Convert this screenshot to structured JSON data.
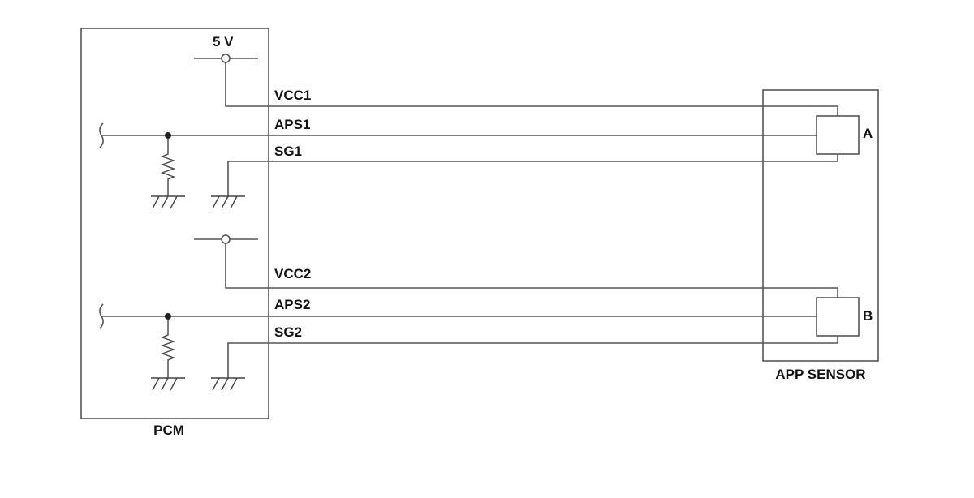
{
  "pcm": {
    "label": "PCM"
  },
  "app_sensor": {
    "label": "APP SENSOR",
    "element_a": "A",
    "element_b": "B"
  },
  "supply": {
    "label": "5 V"
  },
  "signals": {
    "vcc1": "VCC1",
    "aps1": "APS1",
    "sg1": "SG1",
    "vcc2": "VCC2",
    "aps2": "APS2",
    "sg2": "SG2"
  },
  "colors": {
    "line": "#555555",
    "text": "#111111"
  }
}
